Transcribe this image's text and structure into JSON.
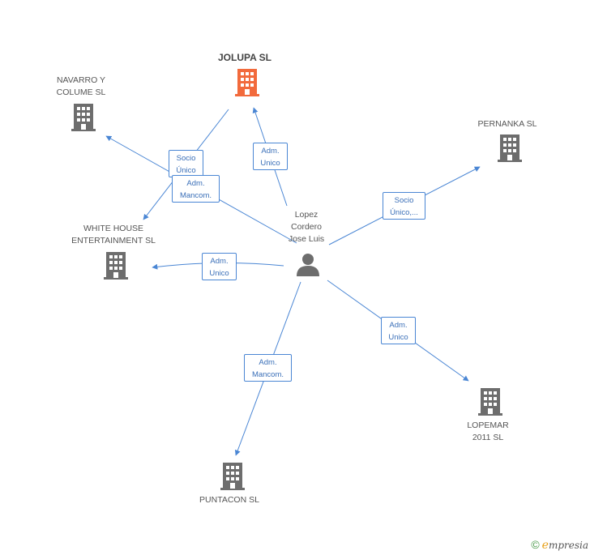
{
  "nodes": {
    "center": {
      "name": "Lopez\nCordero\nJose Luis",
      "icon": "person-icon"
    },
    "jolupa": {
      "name": "JOLUPA SL",
      "icon": "building-icon",
      "color": "#f26a3c"
    },
    "navarro": {
      "name": "NAVARRO Y\nCOLUME SL",
      "icon": "building-icon",
      "color": "#6d6d6d"
    },
    "pernanka": {
      "name": "PERNANKA SL",
      "icon": "building-icon",
      "color": "#6d6d6d"
    },
    "whitehouse": {
      "name": "WHITE HOUSE\nENTERTAINMENT SL",
      "icon": "building-icon",
      "color": "#6d6d6d"
    },
    "lopemar": {
      "name": "LOPEMAR\n2011 SL",
      "icon": "building-icon",
      "color": "#6d6d6d"
    },
    "puntacon": {
      "name": "PUNTACON SL",
      "icon": "building-icon",
      "color": "#6d6d6d"
    }
  },
  "edges": {
    "jolupa_navarro": "Socio\nÚnico",
    "center_navarro": "Adm.\nMancom.",
    "center_jolupa": "Adm.\nUnico",
    "center_pernanka": "Socio\nÚnico,...",
    "center_whitehouse": "Adm.\nUnico",
    "center_lopemar": "Adm.\nUnico",
    "center_puntacon": "Adm.\nMancom."
  },
  "colors": {
    "edge": "#4a86d4",
    "building": "#6d6d6d",
    "highlight": "#f26a3c"
  },
  "footer": {
    "copyright": "©",
    "brand": "mpresia",
    "brand_initial": "e"
  }
}
